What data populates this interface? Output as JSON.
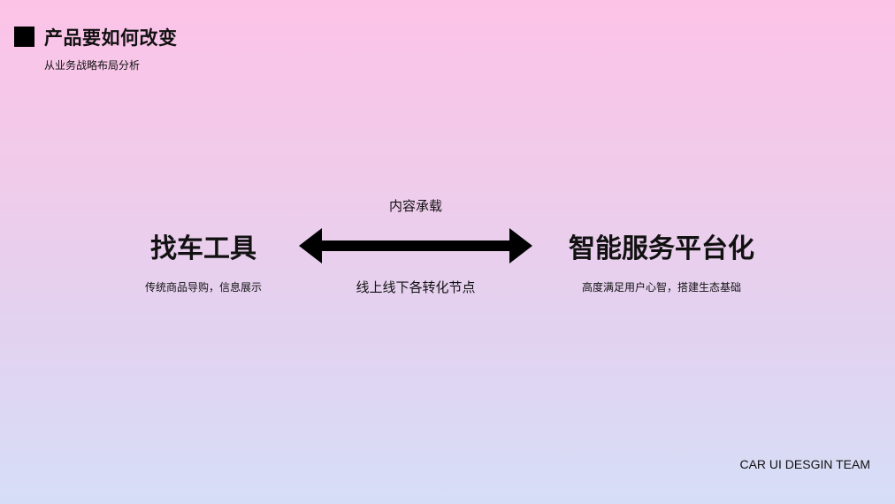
{
  "header": {
    "title": "产品要如何改变",
    "subtitle": "从业务战略布局分析"
  },
  "left": {
    "title": "找车工具",
    "desc": "传统商品导购，信息展示"
  },
  "middle": {
    "top": "内容承载",
    "bottom": "线上线下各转化节点"
  },
  "right": {
    "title": "智能服务平台化",
    "desc": "高度满足用户心智，搭建生态基础"
  },
  "footer": {
    "team": "CAR UI DESGIN TEAM"
  }
}
